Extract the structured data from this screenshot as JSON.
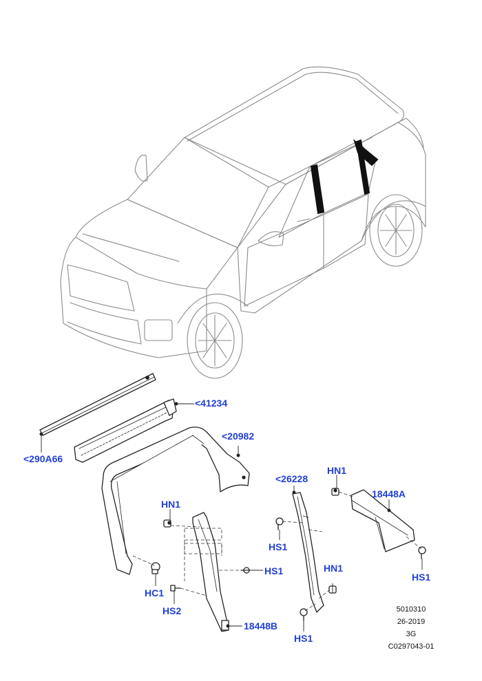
{
  "labels": {
    "p41234": "<41234",
    "p290a66": "<290A66",
    "p20982": "<20982",
    "p26228": "<26228",
    "hn1_a": "HN1",
    "hn1_b": "HN1",
    "hn1_c": "HN1",
    "p18448a": "18448A",
    "hs1_a": "HS1",
    "hs1_b": "HS1",
    "hs1_c": "HS1",
    "hs1_d": "HS1",
    "hc1": "HC1",
    "hs2": "HS2",
    "p18448b": "18448B"
  },
  "reference": {
    "line1": "5010310",
    "line2": "26-2019",
    "line3": "3G",
    "line4": "C0297043-01"
  },
  "colors": {
    "label": "#1f3fd6",
    "line": "#222222",
    "vehicle": "#8a8a8a"
  }
}
